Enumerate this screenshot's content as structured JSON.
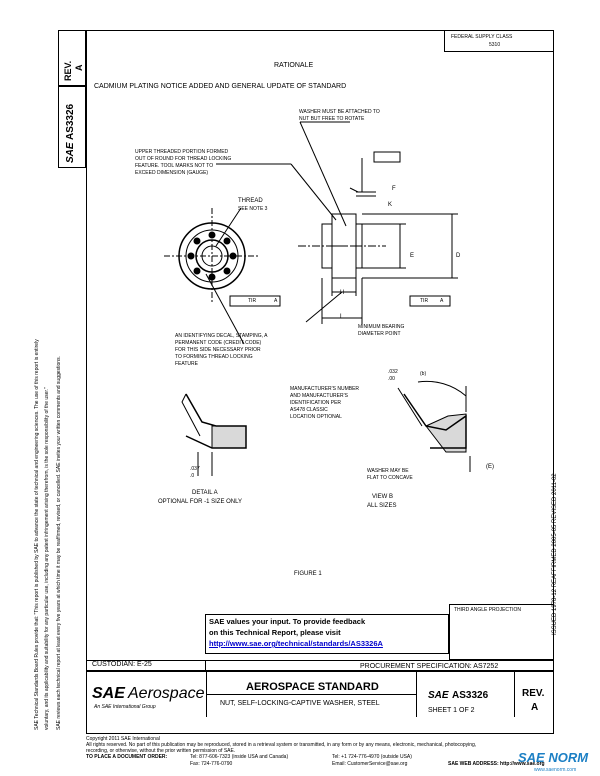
{
  "revision": {
    "label": "REV.",
    "value": "A"
  },
  "doc_number": "AS3326",
  "sae_mark": "SAE",
  "top_right_box": [
    "FEDERAL SUPPLY CLASS",
    "5310"
  ],
  "rationale": {
    "heading": "RATIONALE",
    "text": "CADMIUM PLATING NOTICE ADDED AND GENERAL UPDATE OF STANDARD"
  },
  "left_margin_text": [
    "SAE Technical Standards Board Rules provide that: \"This report is published by SAE to advance the state of technical and engineering sciences. The use of this report is entirely",
    "voluntary, and its applicability and suitability for any particular use, including any patent infringement arising therefrom, is the sole responsibility of the user.\"",
    "SAE reviews each technical report at least every five years at which time it may be reaffirmed, revised, or cancelled. SAE invites your written comments and suggestions."
  ],
  "right_margin_text": "ISSUED 1978-12     REAFFIRMED 2005-05     REVISED 2011-02",
  "drawing_notes": {
    "wrench_slot": [
      "WASHER MUST BE ATTACHED TO",
      "NUT BUT FREE TO ROTATE"
    ],
    "upper_threaded": [
      "UPPER THREADED PORTION FORMED",
      "OUT OF ROUND FOR THREAD LOCKING",
      "FEATURE. TOOL MARKS NOT TO",
      "EXCEED DIMENSION (GAUGE)"
    ],
    "thread": [
      "THREAD",
      "SEE NOTE 3"
    ],
    "part_marking": [
      "AN IDENTIFYING DECAL, STAMPING, A",
      "PERMANENT CODE (CREDIT CODE)",
      "FOR THIS SIDE NECESSARY PRIOR",
      "TO FORMING THREAD LOCKING",
      "FEATURE"
    ],
    "min_bearing": [
      "MINIMUM BEARING",
      "DIAMETER POINT"
    ],
    "manufacturer": [
      "MANUFACTURER'S NUMBER",
      "AND MANUFACTURER'S",
      "IDENTIFICATION PER",
      "AS478 CLASSIC",
      "LOCATION OPTIONAL"
    ],
    "flat_to_concave": [
      "WASHER MAY BE",
      "FLAT TO CONCAVE"
    ],
    "detail_a": [
      "DETAIL A",
      "OPTIONAL FOR -1 SIZE ONLY"
    ],
    "view_b": [
      "VIEW B",
      "ALL SIZES"
    ],
    "dims": {
      "d032": ".032",
      "d00": ".00",
      "d037": ".037",
      "d0": ".0",
      "e": "E",
      "f": "F",
      "h": "H",
      "k": "K",
      "l": "L",
      "d": "D",
      "b": "(b)",
      "e_paren": "(E)",
      "tol": "A",
      "tir": "TIR"
    },
    "figure": "FIGURE 1"
  },
  "feedback": {
    "line1": "SAE values your input. To provide feedback",
    "line2": "on this Technical Report, please visit",
    "url": "http://www.sae.org/technical/standards/AS3326A"
  },
  "third_angle": "THIRD ANGLE PROJECTION",
  "custodian": "CUSTODIAN: E-25",
  "procurement": "PROCUREMENT SPECIFICATION: AS7252",
  "title_block": {
    "logo_bold": "SAE",
    "logo_italic": "Aerospace",
    "logo_sub": "An SAE International Group",
    "standard": "AEROSPACE STANDARD",
    "part_title": "NUT, SELF-LOCKING-CAPTIVE WASHER, STEEL",
    "sae": "SAE",
    "number": "AS3326",
    "sheet": "SHEET 1 OF 2",
    "rev_label": "REV.",
    "rev_value": "A"
  },
  "footer": {
    "copyright": "Copyright 2011 SAE International",
    "rights": "All rights reserved. No part of this publication may be reproduced, stored in a retrieval system or transmitted, in any form or by any means, electronic, mechanical, photocopying,",
    "rights2": "recording, or otherwise, without the prior written permission of SAE.",
    "order_label": "TO PLACE A DOCUMENT ORDER:",
    "tel1": "Tel:  877-606-7323 (inside USA and Canada)",
    "tel2": "Tel:  +1 724-776-4970 (outside USA)",
    "fax": "Fax:  724-776-0790",
    "email": "Email:  CustomerService@sae.org",
    "web": "SAE WEB ADDRESS:  http://www.sae.org"
  },
  "watermark": {
    "bold": "SAE NORM",
    "sub": "www.saenorm.com"
  }
}
